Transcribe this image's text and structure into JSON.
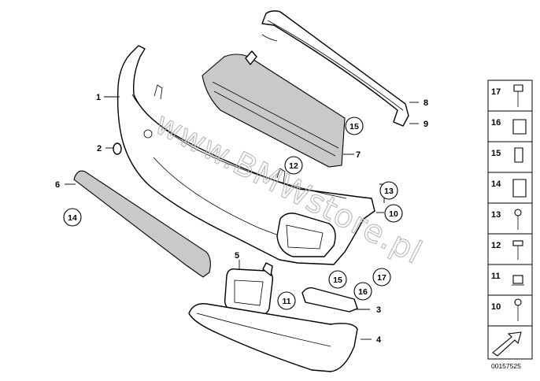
{
  "diagram": {
    "part_labels": [
      "1",
      "2",
      "3",
      "4",
      "5",
      "6",
      "7",
      "8",
      "9",
      "10"
    ],
    "circled_labels": [
      "15",
      "12",
      "13",
      "10",
      "14",
      "11",
      "15",
      "16",
      "17"
    ],
    "sidebar_items": [
      "17",
      "16",
      "15",
      "14",
      "13",
      "12",
      "11",
      "10"
    ],
    "diagram_id": "00157525",
    "watermark": "www.BMWstore.pl"
  }
}
